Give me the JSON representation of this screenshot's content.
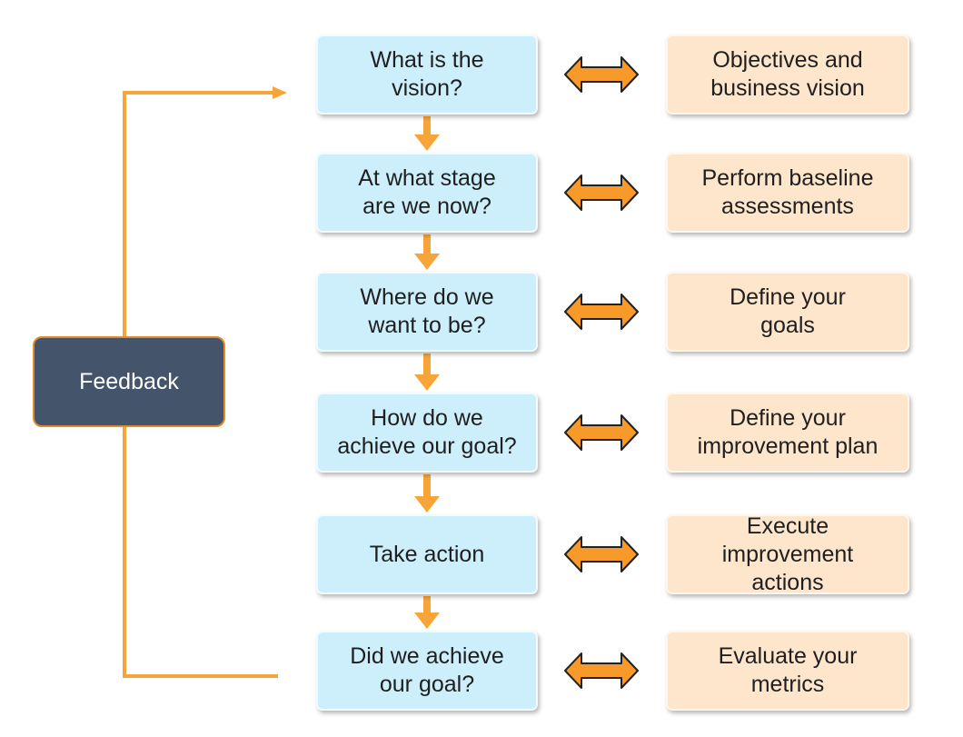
{
  "feedback": {
    "label": "Feedback"
  },
  "rows": [
    {
      "step": [
        "What is the",
        "vision?"
      ],
      "action": [
        "Objectives and",
        "business vision"
      ]
    },
    {
      "step": [
        "At what stage",
        "are we now?"
      ],
      "action": [
        "Perform baseline",
        "assessments"
      ]
    },
    {
      "step": [
        "Where do we",
        "want to be?"
      ],
      "action": [
        "Define your",
        "goals"
      ]
    },
    {
      "step": [
        "How do we",
        "achieve our goal?"
      ],
      "action": [
        "Define your",
        "improvement plan"
      ]
    },
    {
      "step": [
        "Take action"
      ],
      "action": [
        "Execute",
        "improvement",
        "actions"
      ]
    },
    {
      "step": [
        "Did we achieve",
        "our goal?"
      ],
      "action": [
        "Evaluate your",
        "metrics"
      ]
    }
  ],
  "colors": {
    "connector": "#f7a539",
    "arrow_fill": "#f79a2a",
    "arrow_outline": "#222222",
    "step_box": "#cdeefb",
    "action_box": "#fde6cc",
    "feedback_box": "#44546a"
  }
}
